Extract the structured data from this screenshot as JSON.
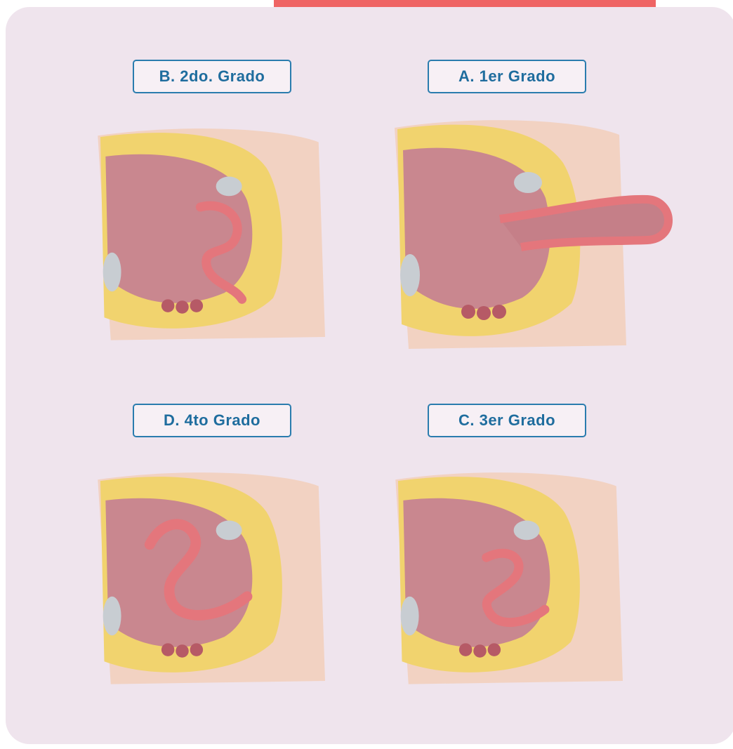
{
  "panels": [
    {
      "id": "b",
      "label": "B. 2do. Grado"
    },
    {
      "id": "a",
      "label": "A. 1er Grado"
    },
    {
      "id": "d",
      "label": "D. 4to Grado"
    },
    {
      "id": "c",
      "label": "C. 3er Grado"
    }
  ],
  "colors": {
    "accent_bar": "#ef6464",
    "card_background": "#efe4ed",
    "label_border": "#2a7cae",
    "label_text": "#1f6d9e",
    "skin": "#f2d2c2",
    "fat": "#f1d36e",
    "cavity": "#c9878f",
    "organ_wall": "#e4767c"
  }
}
